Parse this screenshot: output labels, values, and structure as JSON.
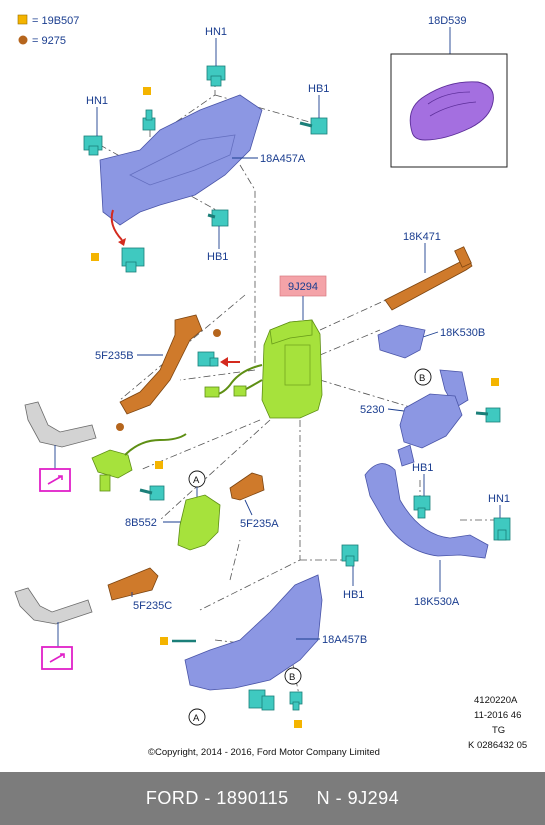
{
  "legend": [
    {
      "symbol": "square",
      "color": "#f4b400",
      "text": "= 19B507"
    },
    {
      "symbol": "circle",
      "color": "#b5651d",
      "text": "= 9275"
    }
  ],
  "callouts": {
    "hn1_top": "HN1",
    "hn1_left": "HN1",
    "hb1_right_top": "HB1",
    "a18a457a": "18A457A",
    "hb1_under": "HB1",
    "d18d539": "18D539",
    "k18k471": "18K471",
    "main_9j294": "9J294",
    "f5f235b": "5F235B",
    "k18k530b": "18K530B",
    "b_marker_right": "B",
    "n5230": "5230",
    "hb1_mid_right": "HB1",
    "hn1_right": "HN1",
    "a_marker_mid": "A",
    "b8b552": "8B552",
    "f5f235a": "5F235A",
    "k18k530a": "18K530A",
    "hb1_lower": "HB1",
    "f5f235c": "5F235C",
    "b18a457b": "18A457B",
    "b_marker_lower": "B",
    "a_marker_lower": "A"
  },
  "ref_block": [
    "4120220A",
    "11-2016 46",
    "TG",
    "K 0286432 05"
  ],
  "copyright": "©Copyright, 2014 - 2016, Ford Motor Company Limited",
  "footer": {
    "brand_code": "FORD - 1890115",
    "part_code": "N - 9J294"
  },
  "colors": {
    "callout_text": "#1a3d8f",
    "highlight": "#f4a3a8",
    "footer_bg": "#7c7c7c",
    "magenta": "#e020c8"
  }
}
